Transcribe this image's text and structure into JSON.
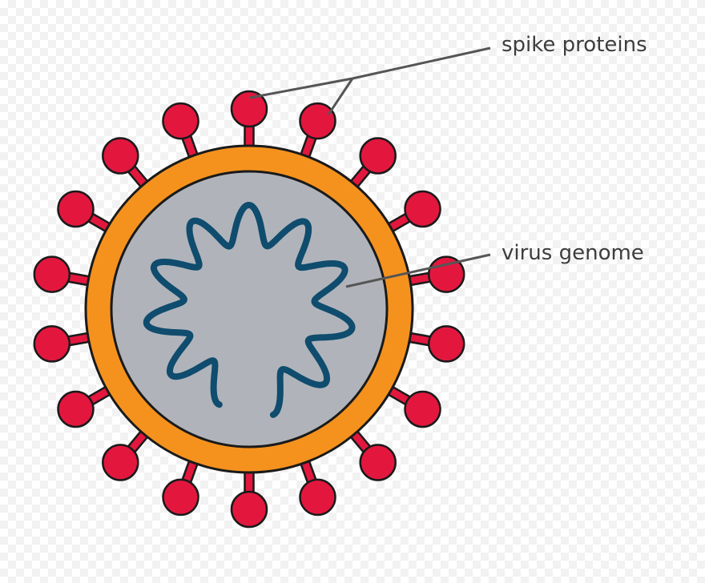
{
  "labels": {
    "spike_proteins": "spike proteins",
    "virus_genome": "virus genome"
  },
  "colors": {
    "spike_fill": "#e3173e",
    "envelope": "#f5921e",
    "interior": "#b0b4ba",
    "genome": "#0f4c6e",
    "outline": "#1a1a1a",
    "callout_line": "#555555",
    "label_text": "#3d3d3d"
  },
  "spike_count": 18
}
